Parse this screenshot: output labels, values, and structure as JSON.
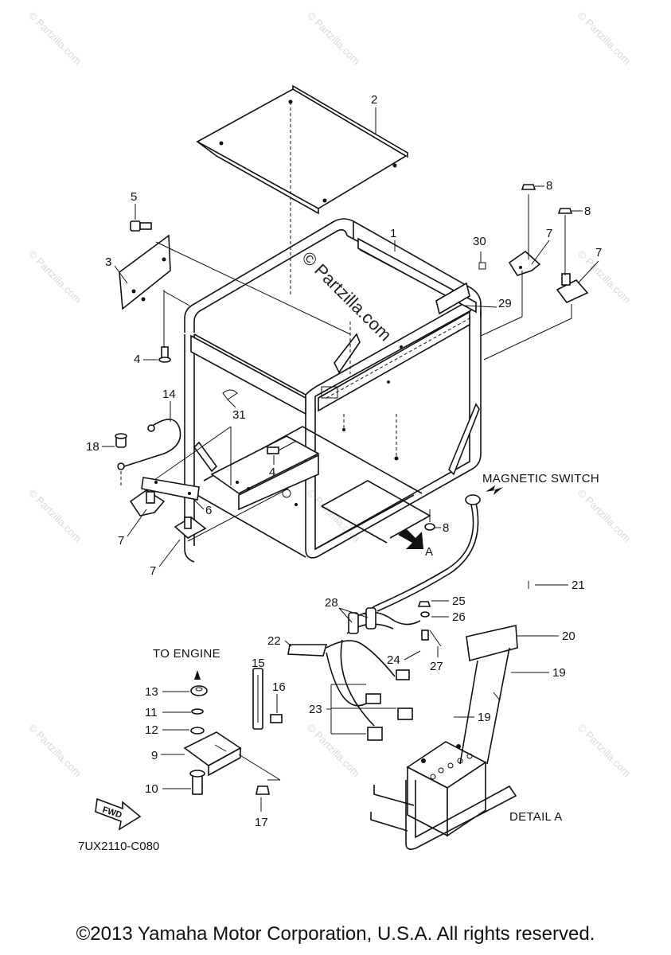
{
  "watermark": {
    "text": "© Partzilla.com",
    "center_text": "© Partzilla.com"
  },
  "labels": {
    "magnetic_switch": "MAGNETIC SWITCH",
    "to_engine": "TO ENGINE",
    "detail_a": "DETAIL A",
    "view_a": "A",
    "fwd": "FWD",
    "diagram_code": "7UX2110-C080"
  },
  "part_callouts": [
    "1",
    "2",
    "3",
    "4",
    "4",
    "5",
    "6",
    "7",
    "7",
    "7",
    "7",
    "8",
    "8",
    "8",
    "9",
    "10",
    "11",
    "12",
    "13",
    "14",
    "15",
    "16",
    "17",
    "18",
    "19",
    "19",
    "20",
    "21",
    "22",
    "23",
    "24",
    "25",
    "26",
    "27",
    "28",
    "29",
    "30",
    "31"
  ],
  "copyright": "©2013 Yamaha Motor Corporation, U.S.A. All rights reserved."
}
